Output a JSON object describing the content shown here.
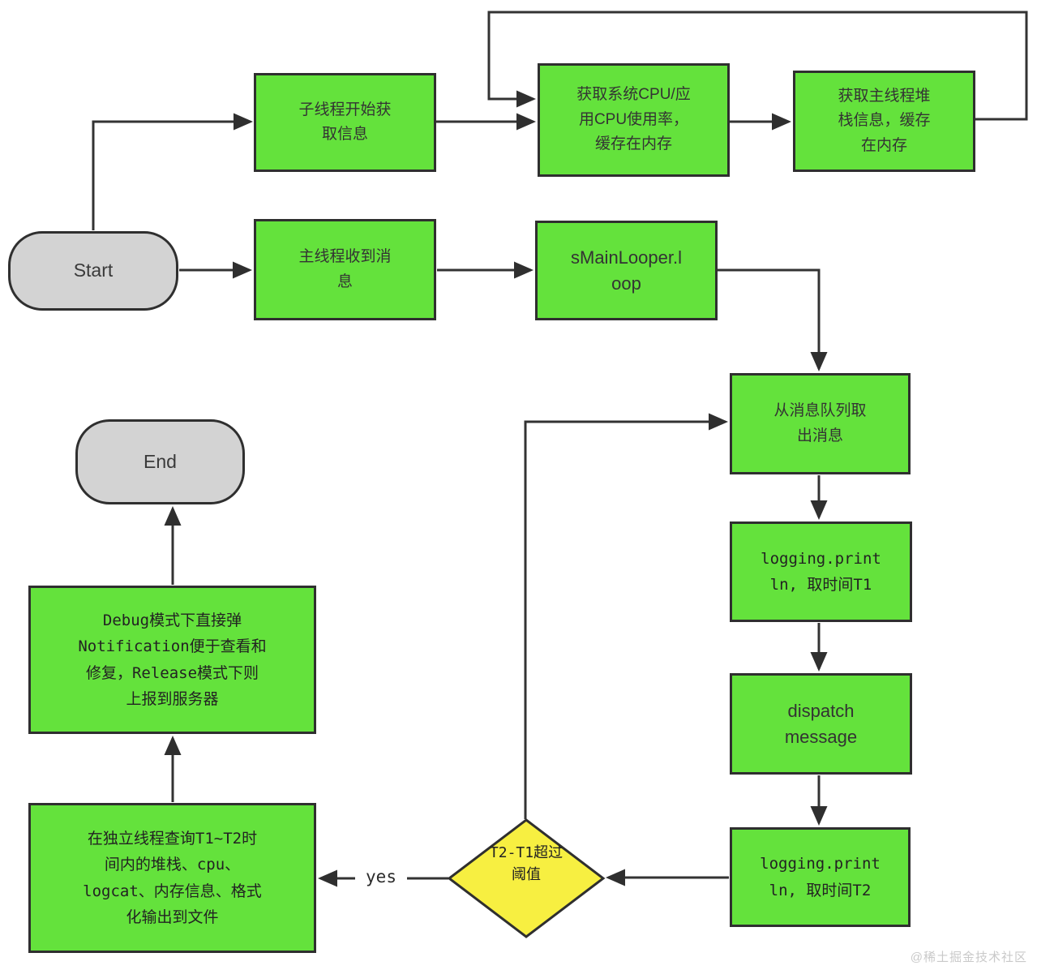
{
  "diagram": {
    "type": "flowchart",
    "topic": "ANR / UI-block monitoring flow",
    "colors": {
      "process_fill": "#64e23c",
      "process_border": "#2f2f2f",
      "decision_fill": "#f7ef41",
      "terminal_fill": "#d3d3d3",
      "edge_line": "#333333",
      "watermark": "#c9c9c9"
    },
    "nodes": {
      "start": {
        "label": "Start",
        "type": "terminal"
      },
      "end": {
        "label": "End",
        "type": "terminal"
      },
      "child_thread_start": {
        "label": "子线程开始获\n取信息",
        "type": "process"
      },
      "get_cpu": {
        "label": "获取系统CPU/应\n用CPU使用率，\n缓存在内存",
        "type": "process"
      },
      "get_stack": {
        "label": "获取主线程堆\n栈信息，缓存\n在内存",
        "type": "process"
      },
      "main_thread_msg": {
        "label": "主线程收到消\n息",
        "type": "process"
      },
      "smain_looper": {
        "label": "sMainLooper.l\noop",
        "type": "process"
      },
      "take_message": {
        "label": "从消息队列取\n出消息",
        "type": "process"
      },
      "logging_t1": {
        "label": "logging.print\nln, 取时间T1",
        "type": "process"
      },
      "dispatch": {
        "label": "dispatch\nmessage",
        "type": "process"
      },
      "logging_t2": {
        "label": "logging.print\nln, 取时间T2",
        "type": "process"
      },
      "threshold_decision": {
        "label": "T2-T1超过\n阈值",
        "type": "decision"
      },
      "query_thread": {
        "label": "在独立线程查询T1~T2时\n间内的堆栈、cpu、\nlogcat、内存信息、格式\n化输出到文件",
        "type": "process"
      },
      "debug_release": {
        "label": "Debug模式下直接弹\nNotification便于查看和\n修复，Release模式下则\n上报到服务器",
        "type": "process"
      }
    },
    "edge_labels": {
      "yes": "yes"
    },
    "watermark_text": "@稀土掘金技术社区"
  }
}
